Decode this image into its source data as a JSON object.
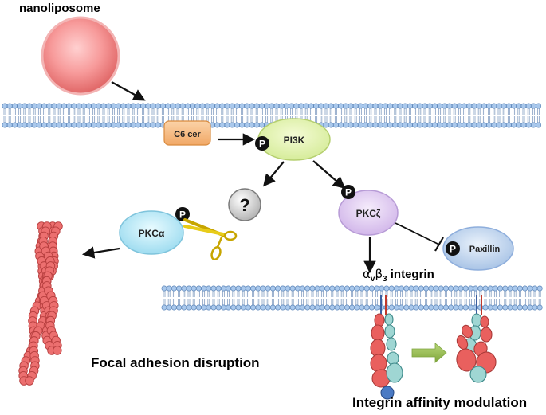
{
  "labels": {
    "nanoliposome": "nanoliposome",
    "c6cer": "C6 cer",
    "pi3k": "PI3K",
    "question": "?",
    "pkc_alpha": "PKCα",
    "pkc_zeta": "PKCζ",
    "paxillin": "Paxillin",
    "phospho": "P",
    "integrin_alpha": "α",
    "integrin_v": "v",
    "integrin_beta": "β",
    "integrin_3": "3",
    "integrin_word": " integrin",
    "focal_adhesion": "Focal adhesion disruption",
    "affinity": "Integrin affinity modulation"
  }
}
